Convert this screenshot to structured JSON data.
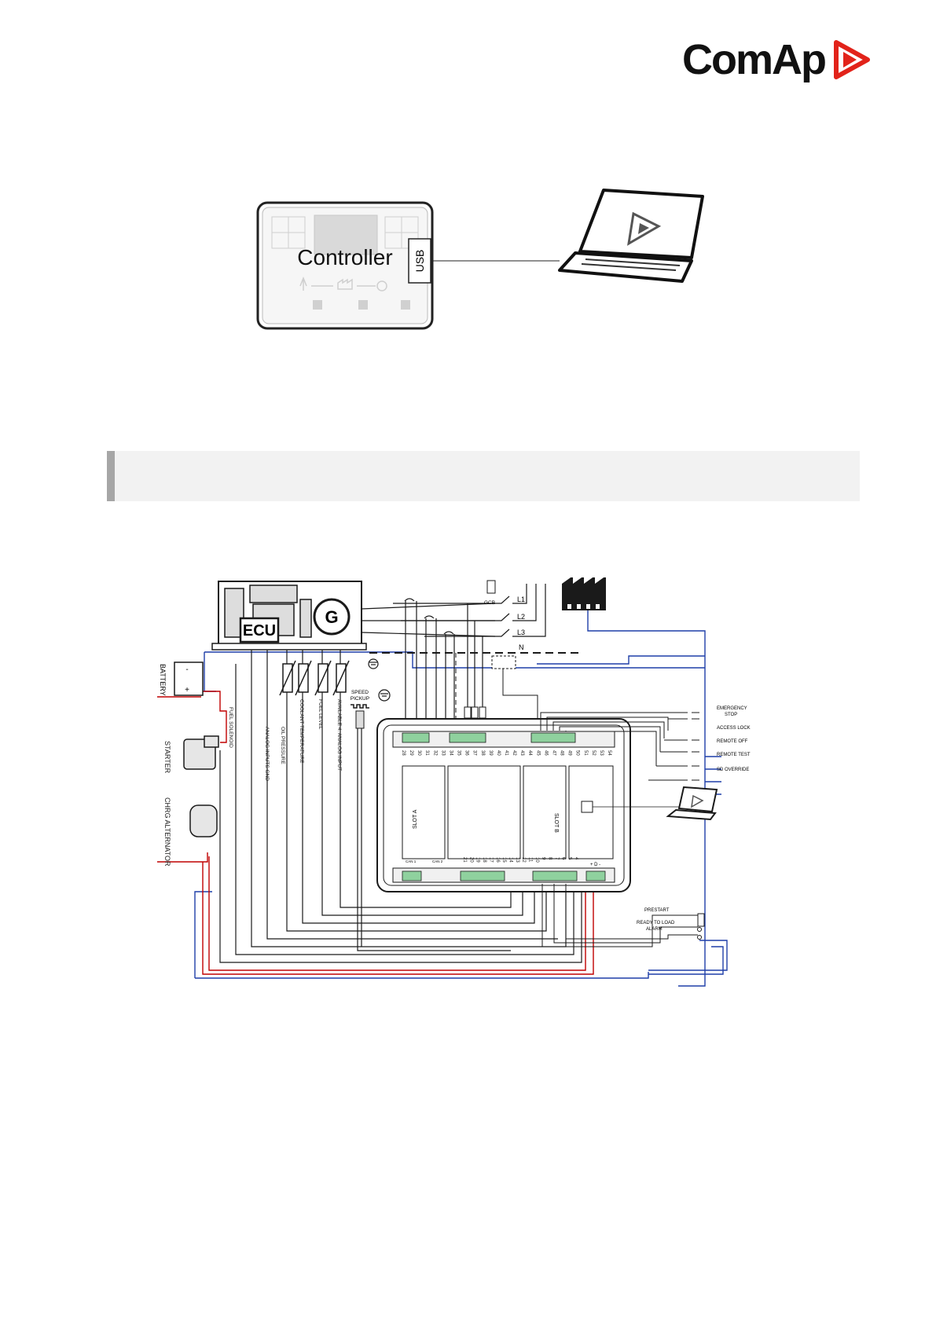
{
  "logo": {
    "brand_text": "ComAp",
    "mark_color": "#e2231a"
  },
  "usb_diagram": {
    "controller_label": "Controller",
    "port_label": "USB"
  },
  "section_bar": {
    "text": ""
  },
  "wiring": {
    "colors": {
      "blue": "#1f3fa8",
      "red": "#c00000",
      "terminal_green": "#8fd19e",
      "black": "#1a1a1a"
    },
    "ecu_label": "ECU",
    "generator_label": "G",
    "battery_label": "BATTERY",
    "battery_minus": "-",
    "battery_plus": "+",
    "starter_label": "STARTER",
    "chrg_alternator_label": "CHRG ALTERNATOR",
    "fuel_solenoid_label": "FUEL SOLENOID",
    "analog_gnd_label": "ANALOG INPUTS GND",
    "oil_pressure_label": "OIL PRESSURE",
    "coolant_temp_label": "COOLANT TEMPERATURE",
    "fuel_level_label": "FUEL LEVEL",
    "analog_input_label": "AVAILABLE 4. ANALOG INPUT",
    "speed_pickup_line1": "SPEED",
    "speed_pickup_line2": "PICKUP",
    "gcb_label": "GCB",
    "phase_labels": [
      "L1",
      "L2",
      "L3",
      "N"
    ],
    "switch_labels": {
      "emergency_stop_line1": "EMERGENCY",
      "emergency_stop_line2": "STOP",
      "access_lock": "ACCESS LOCK",
      "remote_off": "REMOTE OFF",
      "remote_test": "REMOTE TEST",
      "sd_override": "SD OVERRIDE"
    },
    "slot_a_label": "SLOT A",
    "slot_b_label": "SLOT B",
    "can1_label": "CAN 1",
    "can2_label": "CAN 2",
    "d_label": "+ D -",
    "top_terminals": [
      "28",
      "29",
      "30",
      "31",
      "32",
      "33",
      "34",
      "35",
      "36",
      "37",
      "38",
      "39",
      "40",
      "41",
      "42",
      "43",
      "44",
      "45",
      "46",
      "47",
      "48",
      "49",
      "50",
      "51",
      "52",
      "53",
      "54"
    ],
    "bottom_terminals": [
      "21",
      "20",
      "19",
      "18",
      "17",
      "16",
      "15",
      "14",
      "13",
      "12",
      "11",
      "10",
      "9",
      "8",
      "7",
      "6",
      "5",
      "4"
    ],
    "output_labels": {
      "prestart": "PRESTART",
      "ready_to_load": "READY TO LOAD",
      "alarm": "ALARM"
    }
  }
}
